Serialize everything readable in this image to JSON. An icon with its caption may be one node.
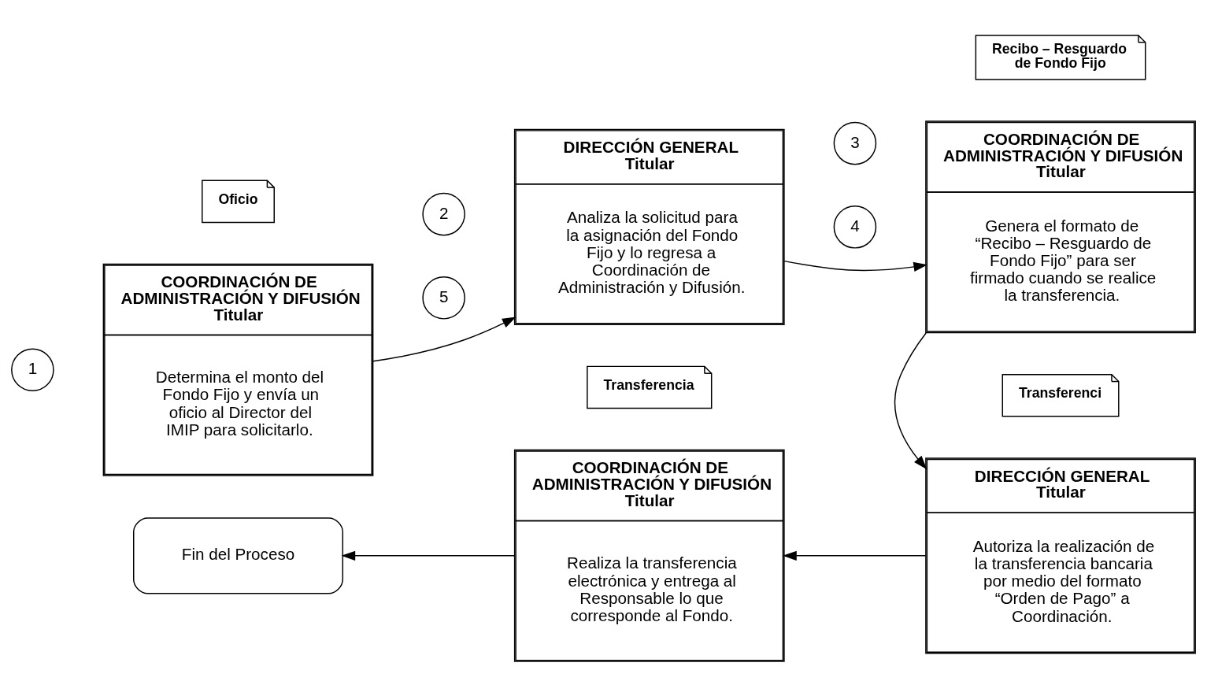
{
  "diagram": {
    "nodes": [
      {
        "text": [
          "Oficio"
        ]
      },
      {
        "text": [
          "1"
        ]
      },
      {
        "text": [
          "COORDINACIÓN DE ADMINISTRACIÓN Y DIFUSIÓN",
          "Titular",
          "Determina el monto del Fondo Fijo y envía un oficio al Director del IMIP para solicitarlo."
        ]
      },
      {
        "text": [
          "2"
        ]
      },
      {
        "text": [
          "DIRECCIÓN GENERAL",
          "Titular",
          "Analiza la solicitud para la asignación del Fondo Fijo y lo regresa a Coordinación de Administración y Difusión."
        ]
      },
      {
        "text": [
          "Recibo – Resguardo de Fondo Fijo"
        ]
      },
      {
        "text": [
          "3"
        ]
      },
      {
        "text": [
          "COORDINACIÓN DE ADMINISTRACIÓN Y DIFUSIÓN",
          "Titular",
          "Genera el formato de “Recibo – Resguardo de Fondo Fijo” para ser firmado cuando se realice la transferencia."
        ]
      },
      {
        "text": [
          "Transferenci"
        ]
      },
      {
        "text": [
          "4"
        ]
      },
      {
        "text": [
          "DIRECCIÓN GENERAL",
          "Titular",
          "Autoriza la realización de la transferencia bancaria por medio del formato “Orden de Pago” a Coordinación."
        ]
      },
      {
        "text": [
          "Transferencia"
        ]
      },
      {
        "text": [
          "5"
        ]
      },
      {
        "text": [
          "COORDINACIÓN DE ADMINISTRACIÓN Y DIFUSIÓN",
          "Titular",
          "Realiza la transferencia electrónica y entrega al Responsable lo que corresponde al Fondo."
        ]
      },
      {
        "text": [
          "Fin del Proceso"
        ]
      }
    ],
    "edges": [
      {
        "from": 2,
        "to": 4,
        "arrow": "to"
      },
      {
        "from": 4,
        "to": 7,
        "arrow": "to"
      },
      {
        "from": 7,
        "to": 10,
        "arrow": "to"
      },
      {
        "from": 10,
        "to": 13,
        "arrow": "to"
      },
      {
        "from": 13,
        "to": 14,
        "arrow": "to"
      }
    ]
  }
}
